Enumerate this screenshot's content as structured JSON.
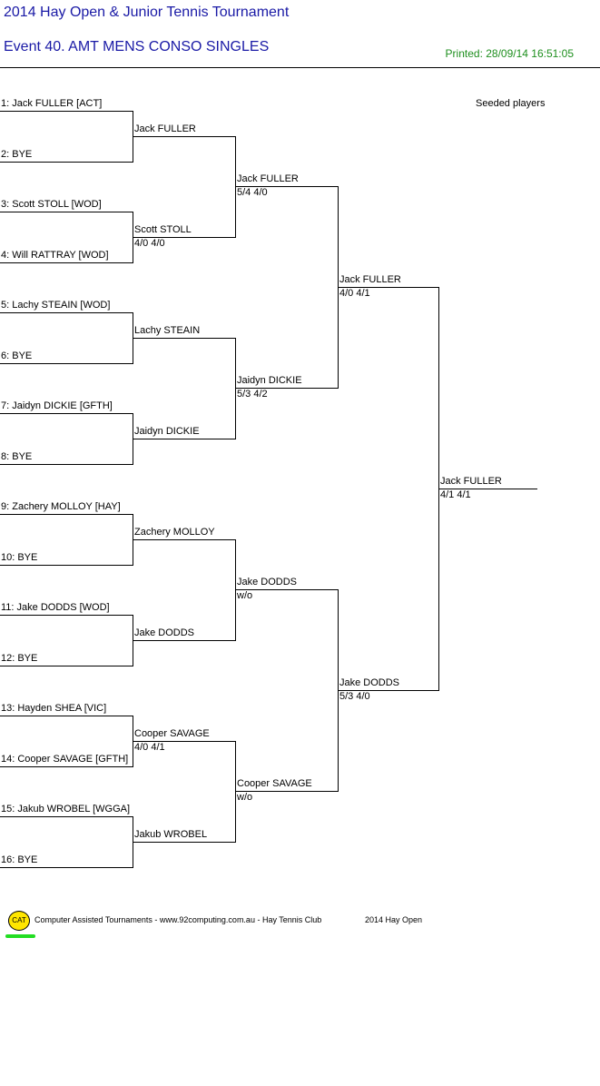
{
  "header": {
    "tournament": "2014 Hay Open & Junior Tennis Tournament",
    "event": "Event 40. AMT MENS CONSO SINGLES",
    "printed": "Printed: 28/09/14 16:51:05",
    "seeded_label": "Seeded players"
  },
  "draw": {
    "round1": [
      "1: Jack FULLER [ACT]",
      "2: BYE",
      "3: Scott STOLL [WOD]",
      "4: Will RATTRAY [WOD]",
      "5: Lachy STEAIN [WOD]",
      "6: BYE",
      "7: Jaidyn DICKIE [GFTH]",
      "8: BYE",
      "9: Zachery MOLLOY [HAY]",
      "10: BYE",
      "11: Jake DODDS [WOD]",
      "12: BYE",
      "13: Hayden SHEA [VIC]",
      "14: Cooper SAVAGE [GFTH]",
      "15: Jakub WROBEL [WGGA]",
      "16: BYE"
    ],
    "round2": [
      {
        "name": "Jack FULLER",
        "score": ""
      },
      {
        "name": "Scott STOLL",
        "score": "4/0 4/0"
      },
      {
        "name": "Lachy STEAIN",
        "score": ""
      },
      {
        "name": "Jaidyn DICKIE",
        "score": ""
      },
      {
        "name": "Zachery MOLLOY",
        "score": ""
      },
      {
        "name": "Jake DODDS",
        "score": ""
      },
      {
        "name": "Cooper SAVAGE",
        "score": "4/0 4/1"
      },
      {
        "name": "Jakub WROBEL",
        "score": ""
      }
    ],
    "round3": [
      {
        "name": "Jack FULLER",
        "score": "5/4 4/0"
      },
      {
        "name": "Jaidyn DICKIE",
        "score": "5/3 4/2"
      },
      {
        "name": "Jake DODDS",
        "score": "w/o"
      },
      {
        "name": "Cooper SAVAGE",
        "score": "w/o"
      }
    ],
    "round4": [
      {
        "name": "Jack FULLER",
        "score": "4/0 4/1"
      },
      {
        "name": "Jake DODDS",
        "score": "5/3 4/0"
      }
    ],
    "winner": {
      "name": "Jack FULLER",
      "score": "4/1 4/1"
    }
  },
  "footer": {
    "logo_text": "CAT",
    "credit": "Computer Assisted Tournaments - www.92computing.com.au -  Hay Tennis Club",
    "event_name": "2014 Hay Open"
  },
  "colors": {
    "title": "#1a1aa6",
    "printed": "#1e8f1e",
    "logo_fill": "#ffe600",
    "logo_underline": "#22dd22"
  }
}
